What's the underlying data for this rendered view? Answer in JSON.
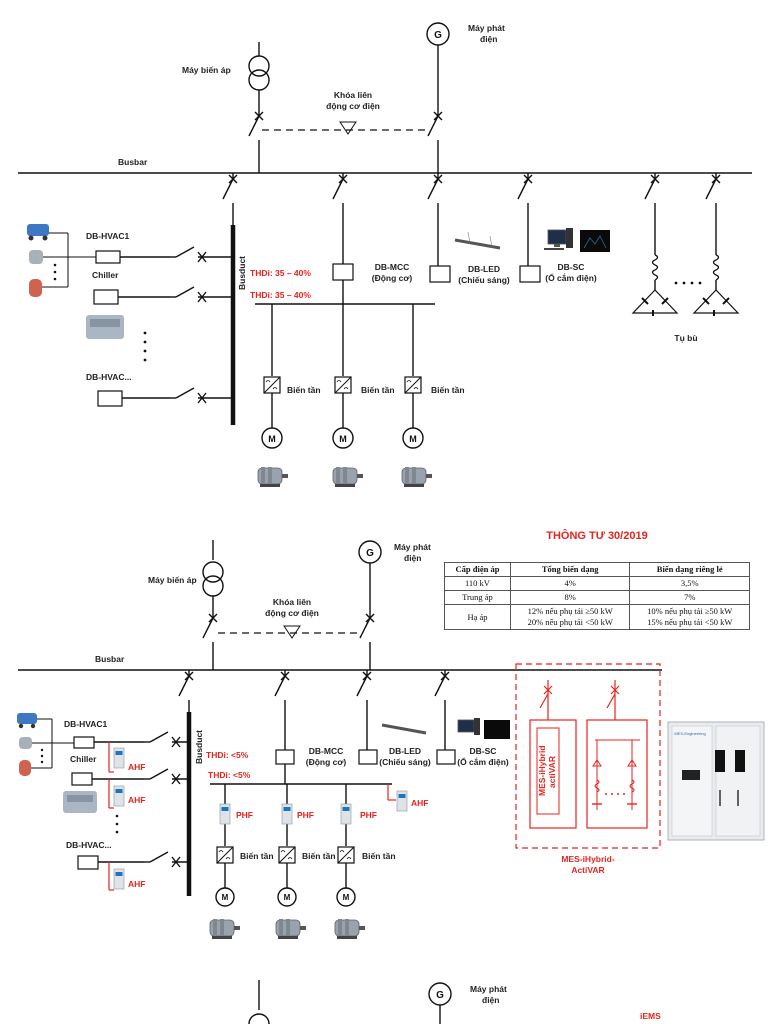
{
  "d1": {
    "transformer": "Máy biến áp",
    "generator_symbol": "G",
    "generator": [
      "Máy phát",
      "điện"
    ],
    "interlock": [
      "Khóa liên",
      "động cơ điện"
    ],
    "busbar": "Busbar",
    "busduct": "Busduct",
    "hvac1": "DB-HVAC1",
    "chiller": "Chiller",
    "hvacn": "DB-HVAC...",
    "thd1": "THDi: 35 – 40%",
    "thd2": "THDi: 35 – 40%",
    "mcc": [
      "DB-MCC",
      "(Động cơ)"
    ],
    "led": [
      "DB-LED",
      "(Chiếu sáng)"
    ],
    "sc": [
      "DB-SC",
      "(Ổ cắm điện)"
    ],
    "vfd": "Biến tần",
    "motor_symbol": "M",
    "capacitor": "Tụ bù"
  },
  "circular": {
    "title": "THÔNG TƯ 30/2019",
    "headers": [
      "Cấp điện áp",
      "Tổng biến dạng",
      "Biến dạng riêng lẻ"
    ],
    "rows": [
      {
        "level": "110 kV",
        "total": "4%",
        "single": "3,5%"
      },
      {
        "level": "Trung áp",
        "total": "8%",
        "single": "7%"
      },
      {
        "level": "Hạ áp",
        "total": [
          "12% nếu phụ tải ≥50 kW",
          "20% nếu phụ tải <50 kW"
        ],
        "single": [
          "10% nếu phụ tải ≥50 kW",
          "15% nếu phụ tải <50 kW"
        ]
      }
    ]
  },
  "d2": {
    "transformer": "Máy biến áp",
    "generator_symbol": "G",
    "generator": [
      "Máy phát",
      "điện"
    ],
    "interlock": [
      "Khóa liên",
      "động cơ điện"
    ],
    "busbar": "Busbar",
    "busduct": "Busduct",
    "hvac1": "DB-HVAC1",
    "chiller": "Chiller",
    "hvacn": "DB-HVAC...",
    "ahf": "AHF",
    "phf": "PHF",
    "thd1": "THDi: <5%",
    "thd2": "THDi: <5%",
    "mcc": [
      "DB-MCC",
      "(Động cơ)"
    ],
    "led": [
      "DB-LED",
      "(Chiếu sáng)"
    ],
    "sc": [
      "DB-SC",
      "(Ổ cắm điện)"
    ],
    "vfd": "Biến tần",
    "motor_symbol": "M",
    "activar_inner": [
      "MES-iHybrid",
      "actiVAR"
    ],
    "activar_label": [
      "MES-iHybrid-",
      "ActiVAR"
    ],
    "cabinet_brand": "MES-Engineering"
  },
  "d3": {
    "generator_symbol": "G",
    "generator": [
      "Máy phát",
      "điện"
    ],
    "iems": "iEMS"
  },
  "colors": {
    "line": "#111111",
    "accent": "#e8231e"
  }
}
